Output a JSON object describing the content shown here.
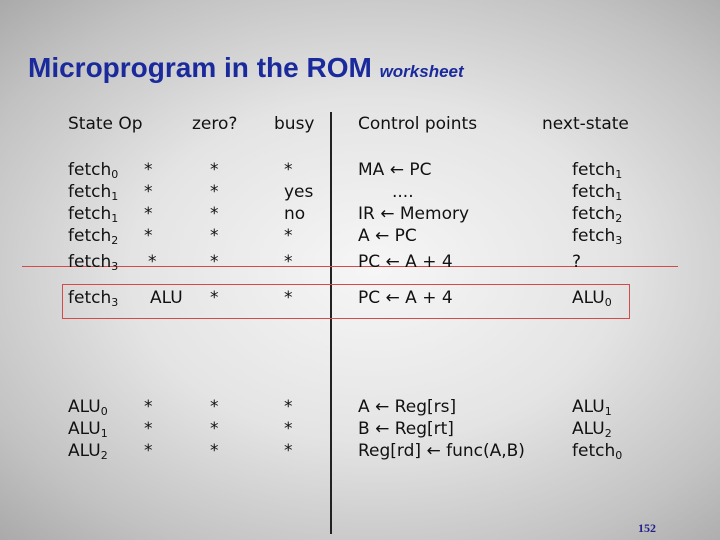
{
  "title": {
    "main": "Microprogram in the ROM",
    "sub": "worksheet"
  },
  "headers": {
    "state_op": "State  Op",
    "zero": "zero?",
    "busy": "busy",
    "control": "Control points",
    "next": "next-state"
  },
  "rows": [
    {
      "state": "fetch",
      "state_sub": "0",
      "op": "*",
      "zero": "*",
      "busy": "*",
      "control": "MA ← PC",
      "next": "fetch",
      "next_sub": "1"
    },
    {
      "state": "fetch",
      "state_sub": "1",
      "op": "*",
      "zero": "*",
      "busy": "yes",
      "control": "....",
      "next": "fetch",
      "next_sub": "1"
    },
    {
      "state": "fetch",
      "state_sub": "1",
      "op": "*",
      "zero": "*",
      "busy": "no",
      "control": "IR ← Memory",
      "next": "fetch",
      "next_sub": "2"
    },
    {
      "state": "fetch",
      "state_sub": "2",
      "op": "*",
      "zero": "*",
      "busy": "*",
      "control": "A ← PC",
      "next": "fetch",
      "next_sub": "3"
    },
    {
      "state": "fetch",
      "state_sub": "3",
      "op": "*",
      "zero": "*",
      "busy": "*",
      "control": "PC ← A + 4",
      "next": "?",
      "next_sub": ""
    },
    {
      "state": "fetch",
      "state_sub": "3",
      "op": "ALU",
      "zero": "*",
      "busy": "*",
      "control": "PC ← A + 4",
      "next": "ALU",
      "next_sub": "0"
    },
    {
      "state": "ALU",
      "state_sub": "0",
      "op": "*",
      "zero": "*",
      "busy": "*",
      "control": "A ← Reg[rs]",
      "next": "ALU",
      "next_sub": "1"
    },
    {
      "state": "ALU",
      "state_sub": "1",
      "op": "*",
      "zero": "*",
      "busy": "*",
      "control": "B ← Reg[rt]",
      "next": "ALU",
      "next_sub": "2"
    },
    {
      "state": "ALU",
      "state_sub": "2",
      "op": "*",
      "zero": "*",
      "busy": "*",
      "control": "Reg[rd] ← func(A,B)",
      "next": "fetch",
      "next_sub": "0"
    }
  ],
  "page_number": "152"
}
